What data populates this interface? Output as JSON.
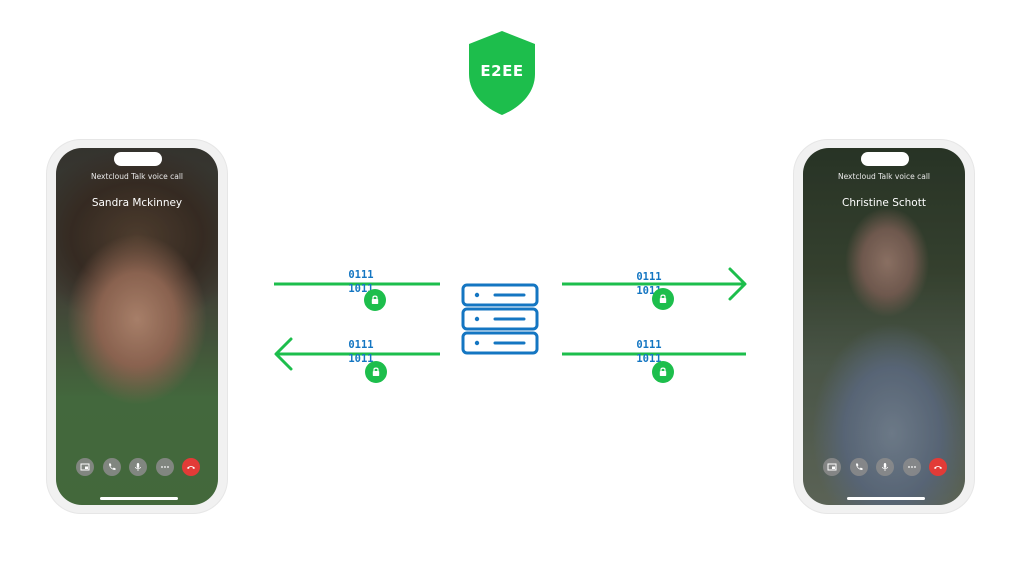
{
  "badge": {
    "label": "E2EE",
    "color": "#1dbe4c"
  },
  "left_phone": {
    "subtitle": "Nextcloud Talk voice call",
    "caller_name": "Sandra Mckinney"
  },
  "right_phone": {
    "subtitle": "Nextcloud Talk voice call",
    "caller_name": "Christine Schott"
  },
  "packets": [
    {
      "line1": "0111",
      "line2": "1011"
    },
    {
      "line1": "0111",
      "line2": "1011"
    },
    {
      "line1": "0111",
      "line2": "1011"
    },
    {
      "line1": "0111",
      "line2": "1011"
    }
  ],
  "colors": {
    "arrow": "#1dbe4c",
    "server": "#1476c2",
    "bits": "#1476c2",
    "hangup": "#e23b37"
  },
  "icons": {
    "controls": [
      "picture-in-picture-icon",
      "phone-icon",
      "microphone-icon",
      "more-icon",
      "hang-up-icon"
    ],
    "lock": "lock-icon",
    "server": "server-icon"
  }
}
